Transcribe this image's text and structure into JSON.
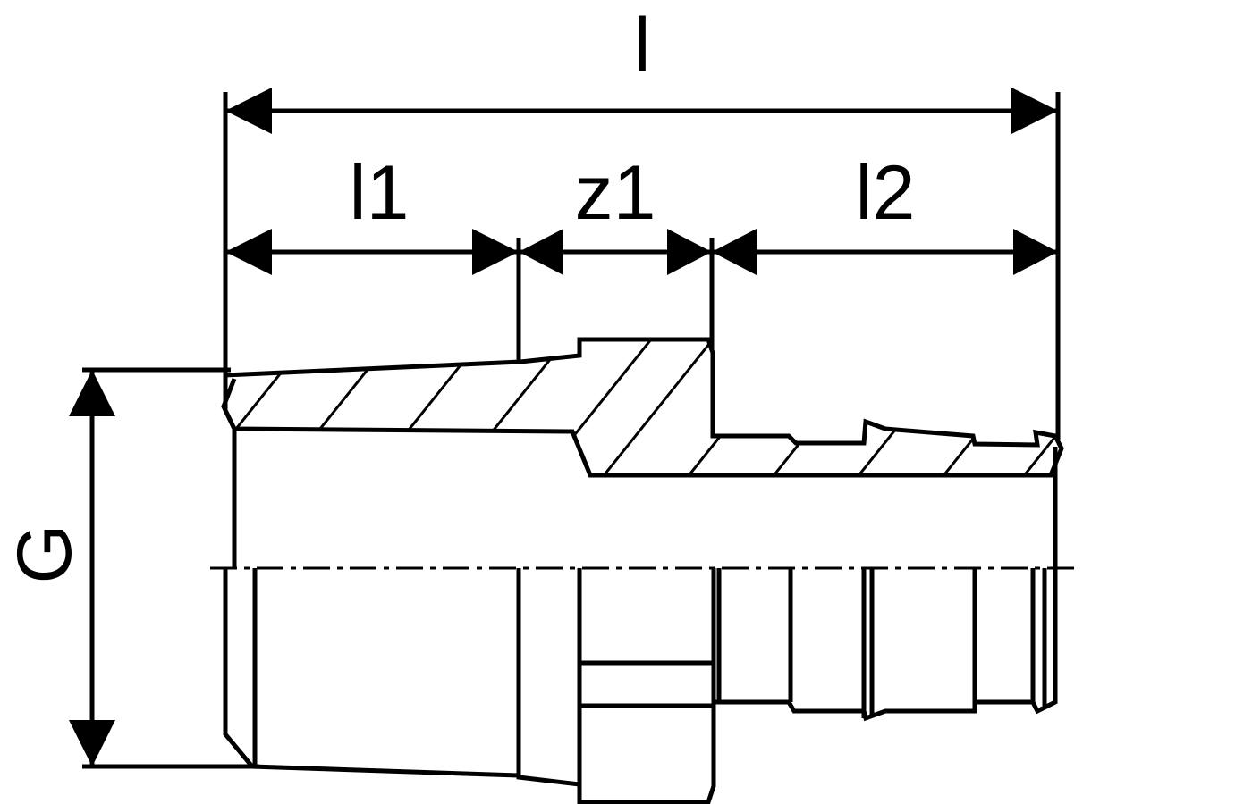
{
  "drawing": {
    "dimensions": {
      "overall_length": "l",
      "length_1": "l1",
      "length_z1": "z1",
      "length_2": "l2",
      "thread_size": "G"
    },
    "colors": {
      "line": "#000000",
      "background": "#ffffff"
    }
  }
}
